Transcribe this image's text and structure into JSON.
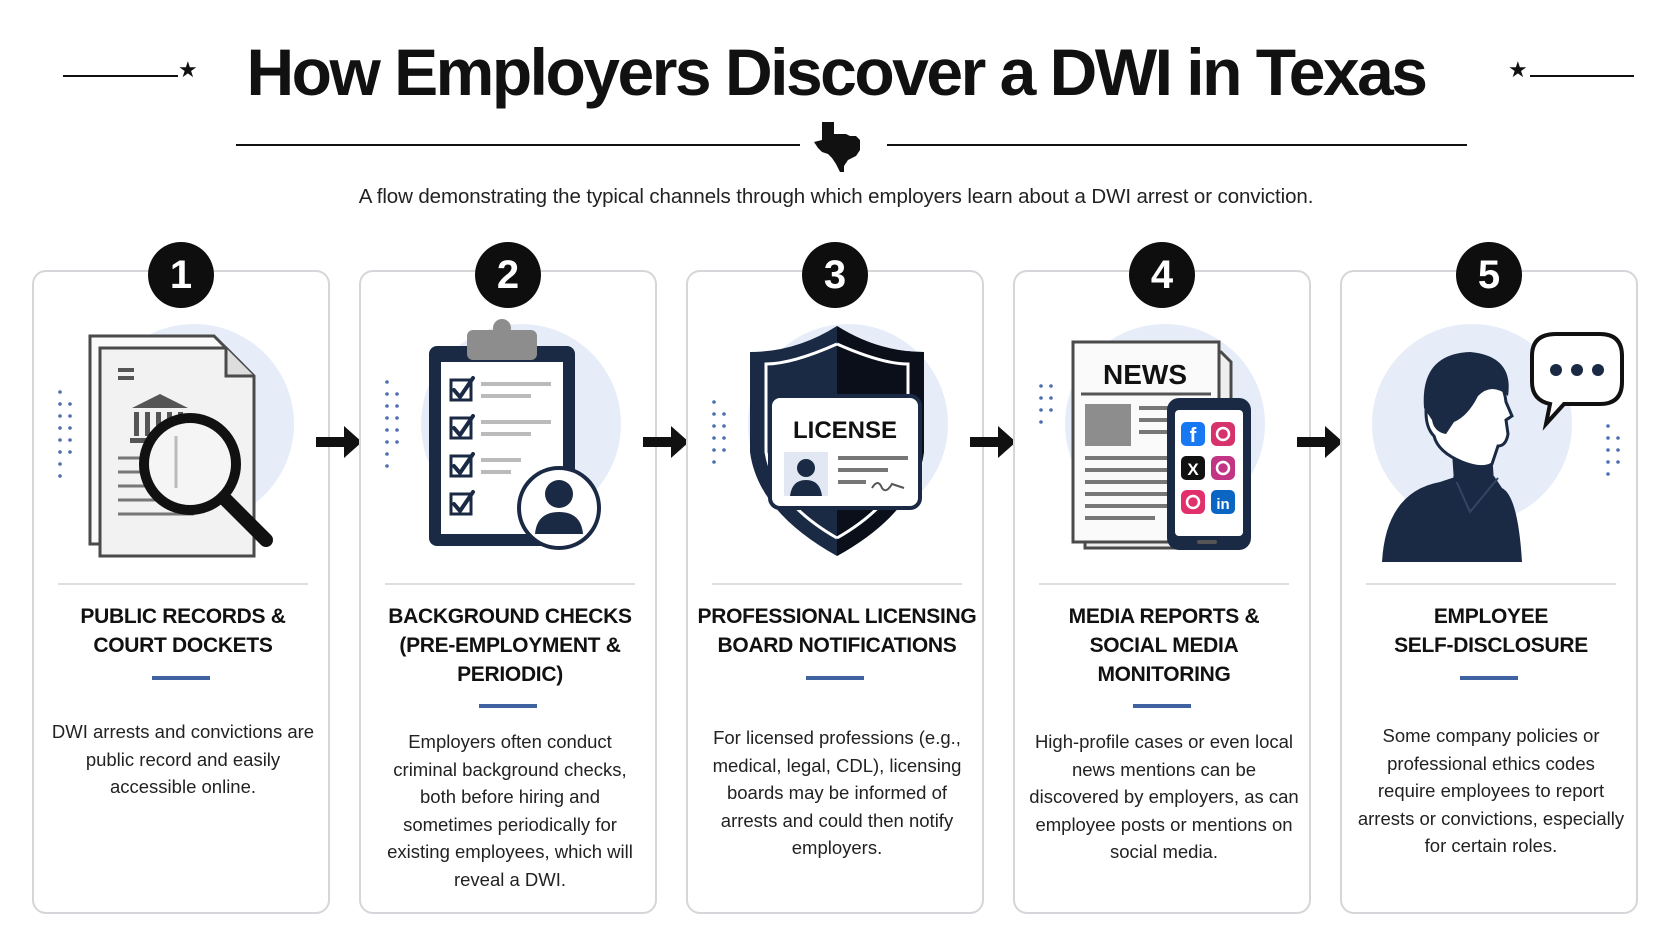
{
  "header": {
    "title": "How Employers Discover a DWI in Texas",
    "subtitle": "A flow demonstrating the typical channels through which employers learn about a DWI arrest or conviction."
  },
  "colors": {
    "accent": "#3f63a1",
    "dark": "#1b2a44",
    "circle": "#e7edf8",
    "badge": "#0e0e0e"
  },
  "steps": [
    {
      "number": "1",
      "heading": "PUBLIC RECORDS &\nCOURT DOCKETS",
      "body": "DWI arrests and convictions are public record and easily accessible online.",
      "icon": "magnifier-document-icon"
    },
    {
      "number": "2",
      "heading": "BACKGROUND CHECKS\n(PRE-EMPLOYMENT &\nPERIODIC)",
      "body": "Employers often conduct criminal background checks, both before hiring and sometimes periodically for existing employees, which will reveal a DWI.",
      "icon": "clipboard-checklist-icon"
    },
    {
      "number": "3",
      "heading": "PROFESSIONAL LICENSING\nBOARD NOTIFICATIONS",
      "body": "For licensed professions (e.g., medical, legal, CDL), licensing boards may be informed of arrests and could then notify employers.",
      "icon": "shield-license-icon",
      "license_label": "LICENSE"
    },
    {
      "number": "4",
      "heading": "MEDIA REPORTS &\nSOCIAL MEDIA\nMONITORING",
      "body": "High-profile cases or even local news mentions can be discovered by employers, as can employee posts or mentions on social media.",
      "icon": "newspaper-phone-icon",
      "news_label": "NEWS"
    },
    {
      "number": "5",
      "heading": "EMPLOYEE\nSELF-DISCLOSURE",
      "body": "Some company policies or professional ethics codes require employees to report arrests or convictions, especially for certain roles.",
      "icon": "person-speech-bubble-icon"
    }
  ]
}
